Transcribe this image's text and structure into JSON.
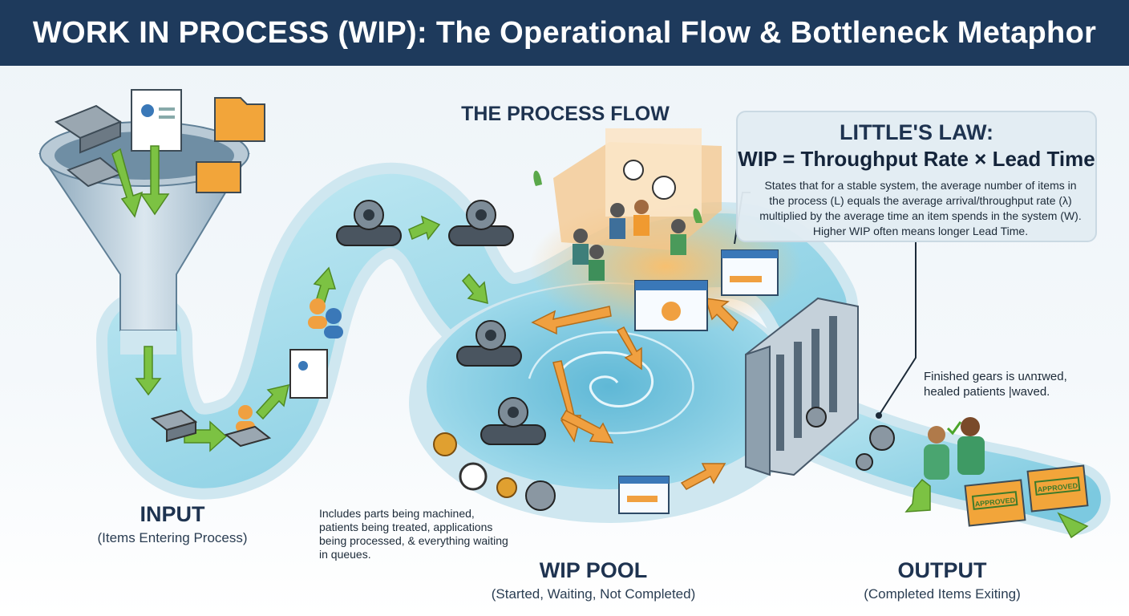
{
  "title": "WORK IN PROCESS (WIP): The Operational Flow & Bottleneck Metaphor",
  "process_flow_title": "THE PROCESS FLOW",
  "littles_law": {
    "title": "LITTLE'S LAW:",
    "equation": "WIP = Throughput Rate × Lead Time",
    "description": "States that for a stable system, the average number of items in the process (L) equals the average arrival/throughput rate (λ) multiplied by the average time an item spends in the system (W). Higher WIP often means longer Lead Time."
  },
  "input": {
    "heading": "INPUT",
    "subheading": "(Items Entering Process)"
  },
  "wip_pool": {
    "heading": "WIP POOL",
    "subheading": "(Started, Waiting, Not Completed)",
    "note": "Includes parts being machined, patients being treated, applications being processed, & everything waiting in queues."
  },
  "output": {
    "heading": "OUTPUT",
    "subheading": "(Completed Items Exiting)",
    "note": "Finished gears is uʌnɪwed, healed patients |waved."
  },
  "stamps": [
    "APPROVED",
    "APPROVED"
  ],
  "colors": {
    "title_bar": "#1e3a5c",
    "water": "#8fd3e8",
    "flow_arrow": "#7cc243",
    "pool_arrow": "#f0a040",
    "bottleneck_glow": "#f4b45c"
  }
}
